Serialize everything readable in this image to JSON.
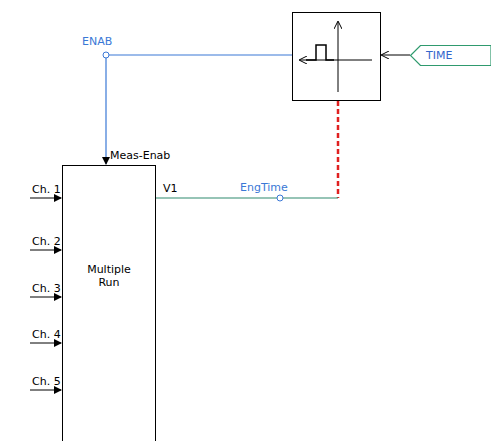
{
  "diagram": {
    "nodes": [
      {
        "text": [
          "Multiple Run"
        ]
      },
      {
        "text": [
          "TIME"
        ]
      }
    ],
    "labels": [
      "ENAB",
      "Meas-Enab",
      "V1",
      "EngTime",
      "Ch. 1",
      "Ch. 2",
      "Ch. 3",
      "Ch. 4",
      "Ch. 5"
    ]
  }
}
